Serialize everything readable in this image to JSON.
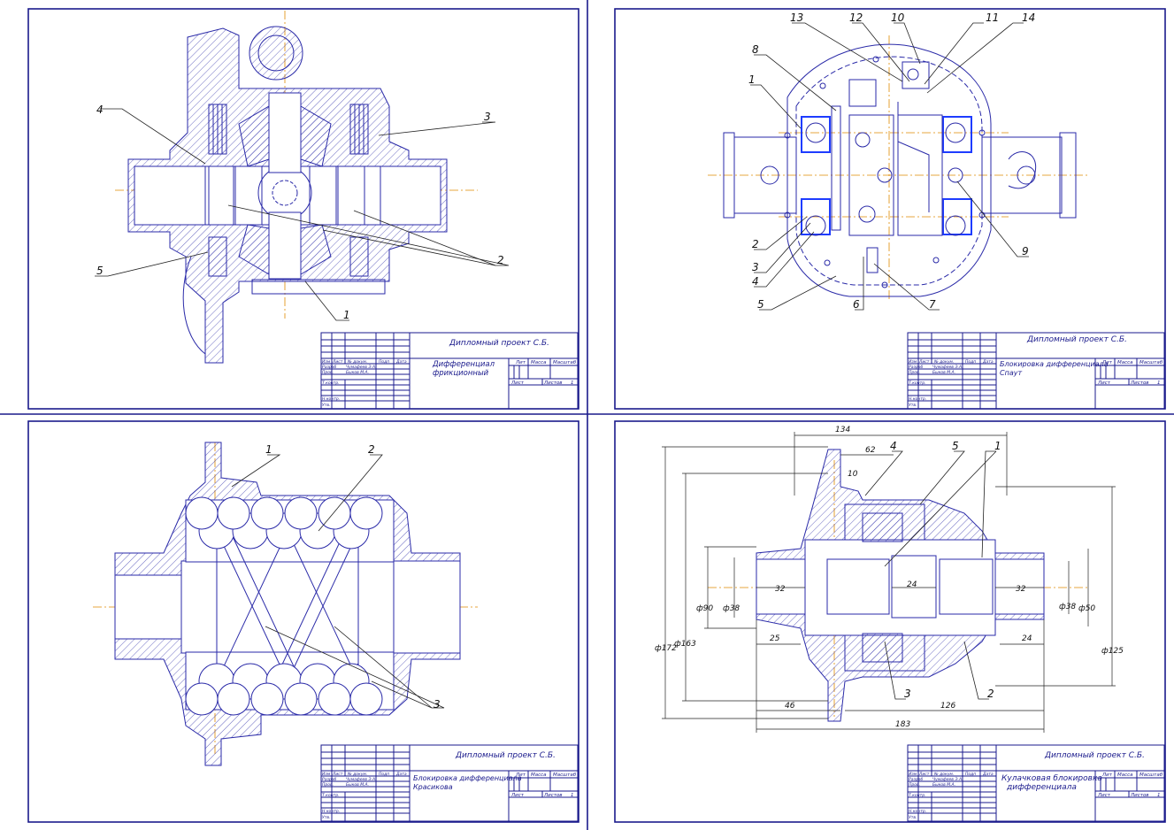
{
  "sheets": [
    {
      "id": "sheet-1",
      "titleblock": {
        "project": "Дипломный проект С.Б.",
        "title_line1": "Дифференциал",
        "title_line2": "фрикционный",
        "sheet_label": "Лист",
        "sheets_label": "Листов",
        "sheets_count": "1",
        "lit_label": "Лит",
        "mass_label": "Масса",
        "scale_label": "Масштаб",
        "cols": [
          "Изм",
          "Лист",
          "№ докум.",
          "Подп",
          "Дата"
        ],
        "rows": [
          "Разраб",
          "Пров.",
          "Т.контр.",
          "",
          "Н.контр.",
          "Утв."
        ],
        "developer": "Чумафеев Э.А.",
        "checker": "Быков М.А."
      },
      "callouts": [
        "1",
        "2",
        "3",
        "4",
        "5"
      ]
    },
    {
      "id": "sheet-2",
      "titleblock": {
        "project": "Дипломный проект С.Б.",
        "title_line1": "Блокировка дифференциала",
        "title_line2": "Спаут",
        "sheet_label": "Лист",
        "sheets_label": "Листов",
        "sheets_count": "1",
        "lit_label": "Лит",
        "mass_label": "Масса",
        "scale_label": "Масштаб",
        "cols": [
          "Изм",
          "Лист",
          "№ докум.",
          "Подп",
          "Дата"
        ],
        "rows": [
          "Разраб",
          "Пров.",
          "Т.контр.",
          "",
          "Н.контр.",
          "Утв."
        ],
        "developer": "Чумафеев Э.А.",
        "checker": "Быков М.А."
      },
      "callouts": [
        "1",
        "2",
        "3",
        "4",
        "5",
        "6",
        "7",
        "8",
        "9",
        "10",
        "11",
        "12",
        "13",
        "14"
      ]
    },
    {
      "id": "sheet-3",
      "titleblock": {
        "project": "Дипломный проект С.Б.",
        "title_line1": "Блокировка дифференциала",
        "title_line2": "Красикова",
        "sheet_label": "Лист",
        "sheets_label": "Листов",
        "sheets_count": "1",
        "lit_label": "Лит",
        "mass_label": "Масса",
        "scale_label": "Масштаб",
        "cols": [
          "Изм",
          "Лист",
          "№ докум.",
          "Подп",
          "Дата"
        ],
        "rows": [
          "Разраб",
          "Пров.",
          "Т.контр.",
          "",
          "Н.контр.",
          "Утв."
        ],
        "developer": "Чумафеев Э.А.",
        "checker": "Быков М.А."
      },
      "callouts": [
        "1",
        "2",
        "3"
      ]
    },
    {
      "id": "sheet-4",
      "titleblock": {
        "project": "Дипломный проект С.Б.",
        "title_line1": "Кулачковая блокировка",
        "title_line2": "дифференциала",
        "sheet_label": "Лист",
        "sheets_label": "Листов",
        "sheets_count": "1",
        "lit_label": "Лит",
        "mass_label": "Масса",
        "scale_label": "Масштаб",
        "cols": [
          "Изм",
          "Лист",
          "№ докум.",
          "Подп",
          "Дата"
        ],
        "rows": [
          "Разраб",
          "Пров.",
          "Т.контр.",
          "",
          "Н.контр.",
          "Утв."
        ],
        "developer": "Чумафеев Э.А.",
        "checker": "Быков М.А."
      },
      "callouts": [
        "1",
        "2",
        "3",
        "4",
        "5"
      ],
      "dimensions": {
        "d134": "134",
        "d62": "62",
        "d10": "10",
        "d32a": "32",
        "d24a": "24",
        "d32b": "32",
        "d25": "25",
        "d24b": "24",
        "d46": "46",
        "d126": "126",
        "d183": "183",
        "phi172": "ф172",
        "phi163": "ф163",
        "phi90": "ф90",
        "phi38a": "ф38",
        "phi38b": "ф38",
        "phi50": "ф50",
        "phi125": "ф125"
      }
    }
  ],
  "colors": {
    "frame": "#1a1a8c",
    "ink": "#2a2aa8",
    "centerline": "#e08a00",
    "seal": "#1e3cff"
  }
}
